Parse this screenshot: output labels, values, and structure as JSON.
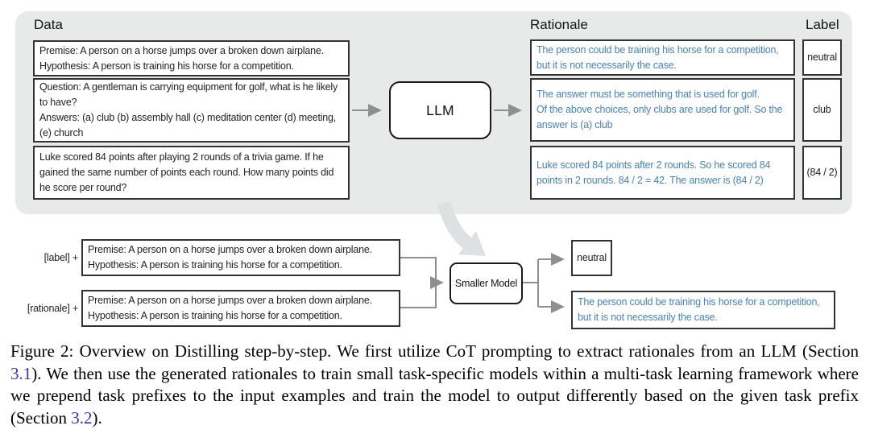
{
  "panel": {
    "data_header": "Data",
    "rationale_header": "Rationale",
    "label_header": "Label",
    "llm_label": "LLM",
    "rows": [
      {
        "data": "Premise: A person on a horse jumps over a broken down airplane.\nHypothesis: A person is training his horse for a competition.",
        "rationale": "The person could be training his horse for a competition, but it is not necessarily the case.",
        "label": "neutral"
      },
      {
        "data": "Question: A gentleman is carrying equipment for golf, what is he likely to have?\nAnswers: (a) club (b) assembly hall (c) meditation center (d) meeting, (e) church",
        "rationale": "The answer must be something that is used for golf.\nOf the above choices, only clubs are used for golf. So the answer is (a) club",
        "label": "club"
      },
      {
        "data": "Luke scored 84 points after playing 2 rounds of a trivia game. If he gained the same number of points each round. How many points did he score per round?",
        "rationale": "Luke scored 84 points after 2 rounds. So he scored 84 points in 2 rounds. 84 / 2 = 42. The answer is (84 / 2)",
        "label": "(84 / 2)"
      }
    ]
  },
  "bottom": {
    "label_prefix": "[label] +",
    "rationale_prefix": "[rationale] +",
    "input": "Premise: A person on a horse jumps over a broken down airplane.\nHypothesis: A person is training his horse for a competition.",
    "model_label": "Smaller Model",
    "outputs": {
      "label": "neutral",
      "rationale": "The person could be training his horse for a competition, but it is not necessarily the case."
    }
  },
  "caption": {
    "part1": "Figure 2: Overview on Distilling step-by-step. We first utilize CoT prompting to extract rationales from an LLM (Section ",
    "link1": "3.1",
    "part2": "). We then use the generated rationales to train small task-specific models within a multi-task learning framework where we prepend task prefixes to the input examples and train the model to output differently based on the given task prefix (Section ",
    "link2": "3.2",
    "part3": ")."
  },
  "colors": {
    "panel_bg": "#e8eaea",
    "rationale_text": "#4483c6",
    "section_link": "#3333cc",
    "connector_gray": "#8f8f8f",
    "box_border": "#333333",
    "big_arrow": "#dde1e1"
  }
}
